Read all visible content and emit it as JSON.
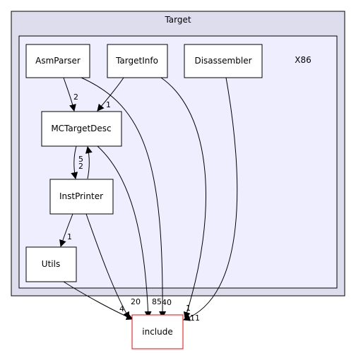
{
  "diagram": {
    "outer_cluster": {
      "label": "Target"
    },
    "inner_cluster": {
      "label": "X86"
    },
    "nodes": {
      "asmparser": "AsmParser",
      "targetinfo": "TargetInfo",
      "disassembler": "Disassembler",
      "mctargetdesc": "MCTargetDesc",
      "instprinter": "InstPrinter",
      "utils": "Utils",
      "include": "include"
    },
    "edges": {
      "asmparser_mctargetdesc": "2",
      "targetinfo_mctargetdesc": "1",
      "mctargetdesc_instprinter": "5",
      "instprinter_mctargetdesc": "2",
      "instprinter_utils": "1",
      "utils_include": "4",
      "instprinter_include": "20",
      "mctargetdesc_include": "85",
      "asmparser_include": "40",
      "targetinfo_include": "1",
      "disassembler_include": "11"
    }
  }
}
